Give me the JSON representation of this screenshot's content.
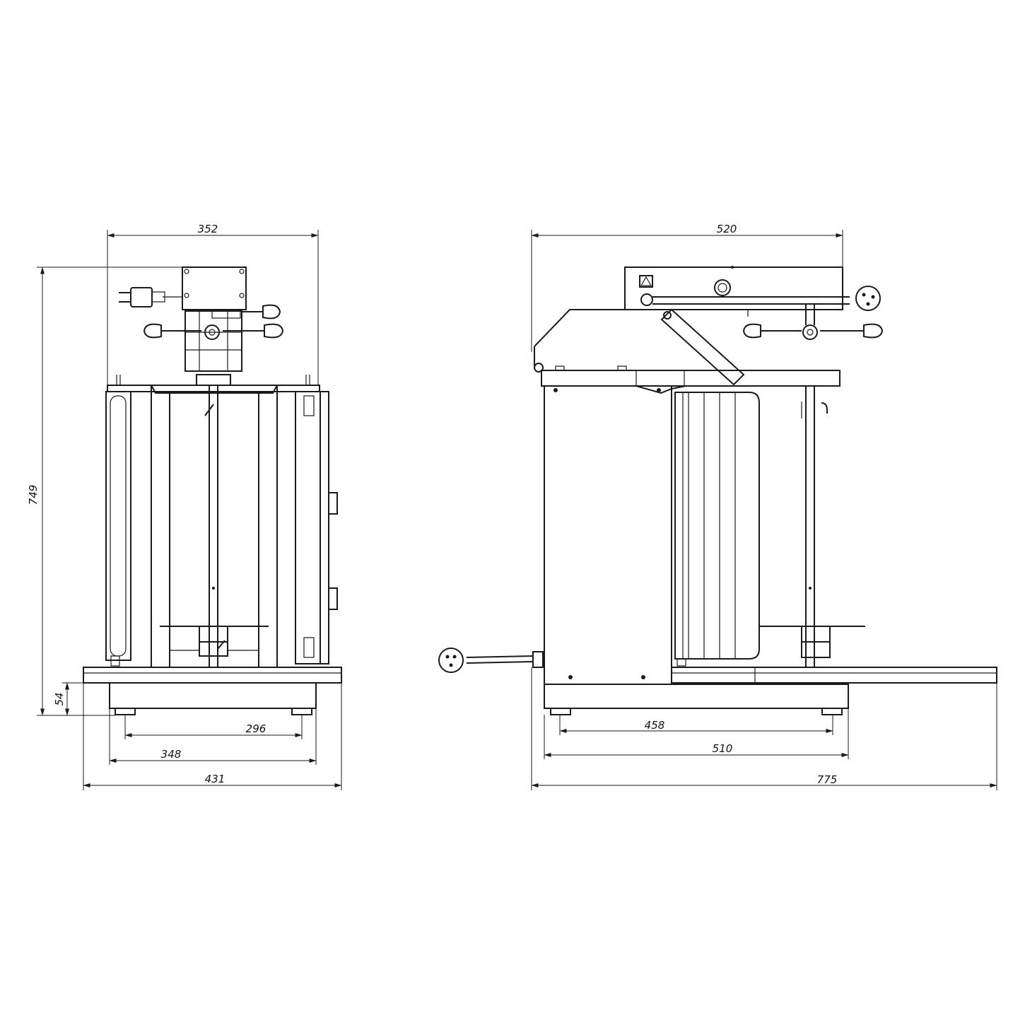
{
  "front_view": {
    "dimensions": {
      "top_width": "352",
      "height": "749",
      "foot_height": "54",
      "foot_spacing": "296",
      "base_width": "348",
      "overall_width": "431"
    }
  },
  "side_view": {
    "dimensions": {
      "top_width": "520",
      "foot_spacing": "458",
      "base_width": "510",
      "overall_width": "775"
    }
  },
  "colors": {
    "line": "#1a1a1a",
    "background": "#ffffff"
  }
}
